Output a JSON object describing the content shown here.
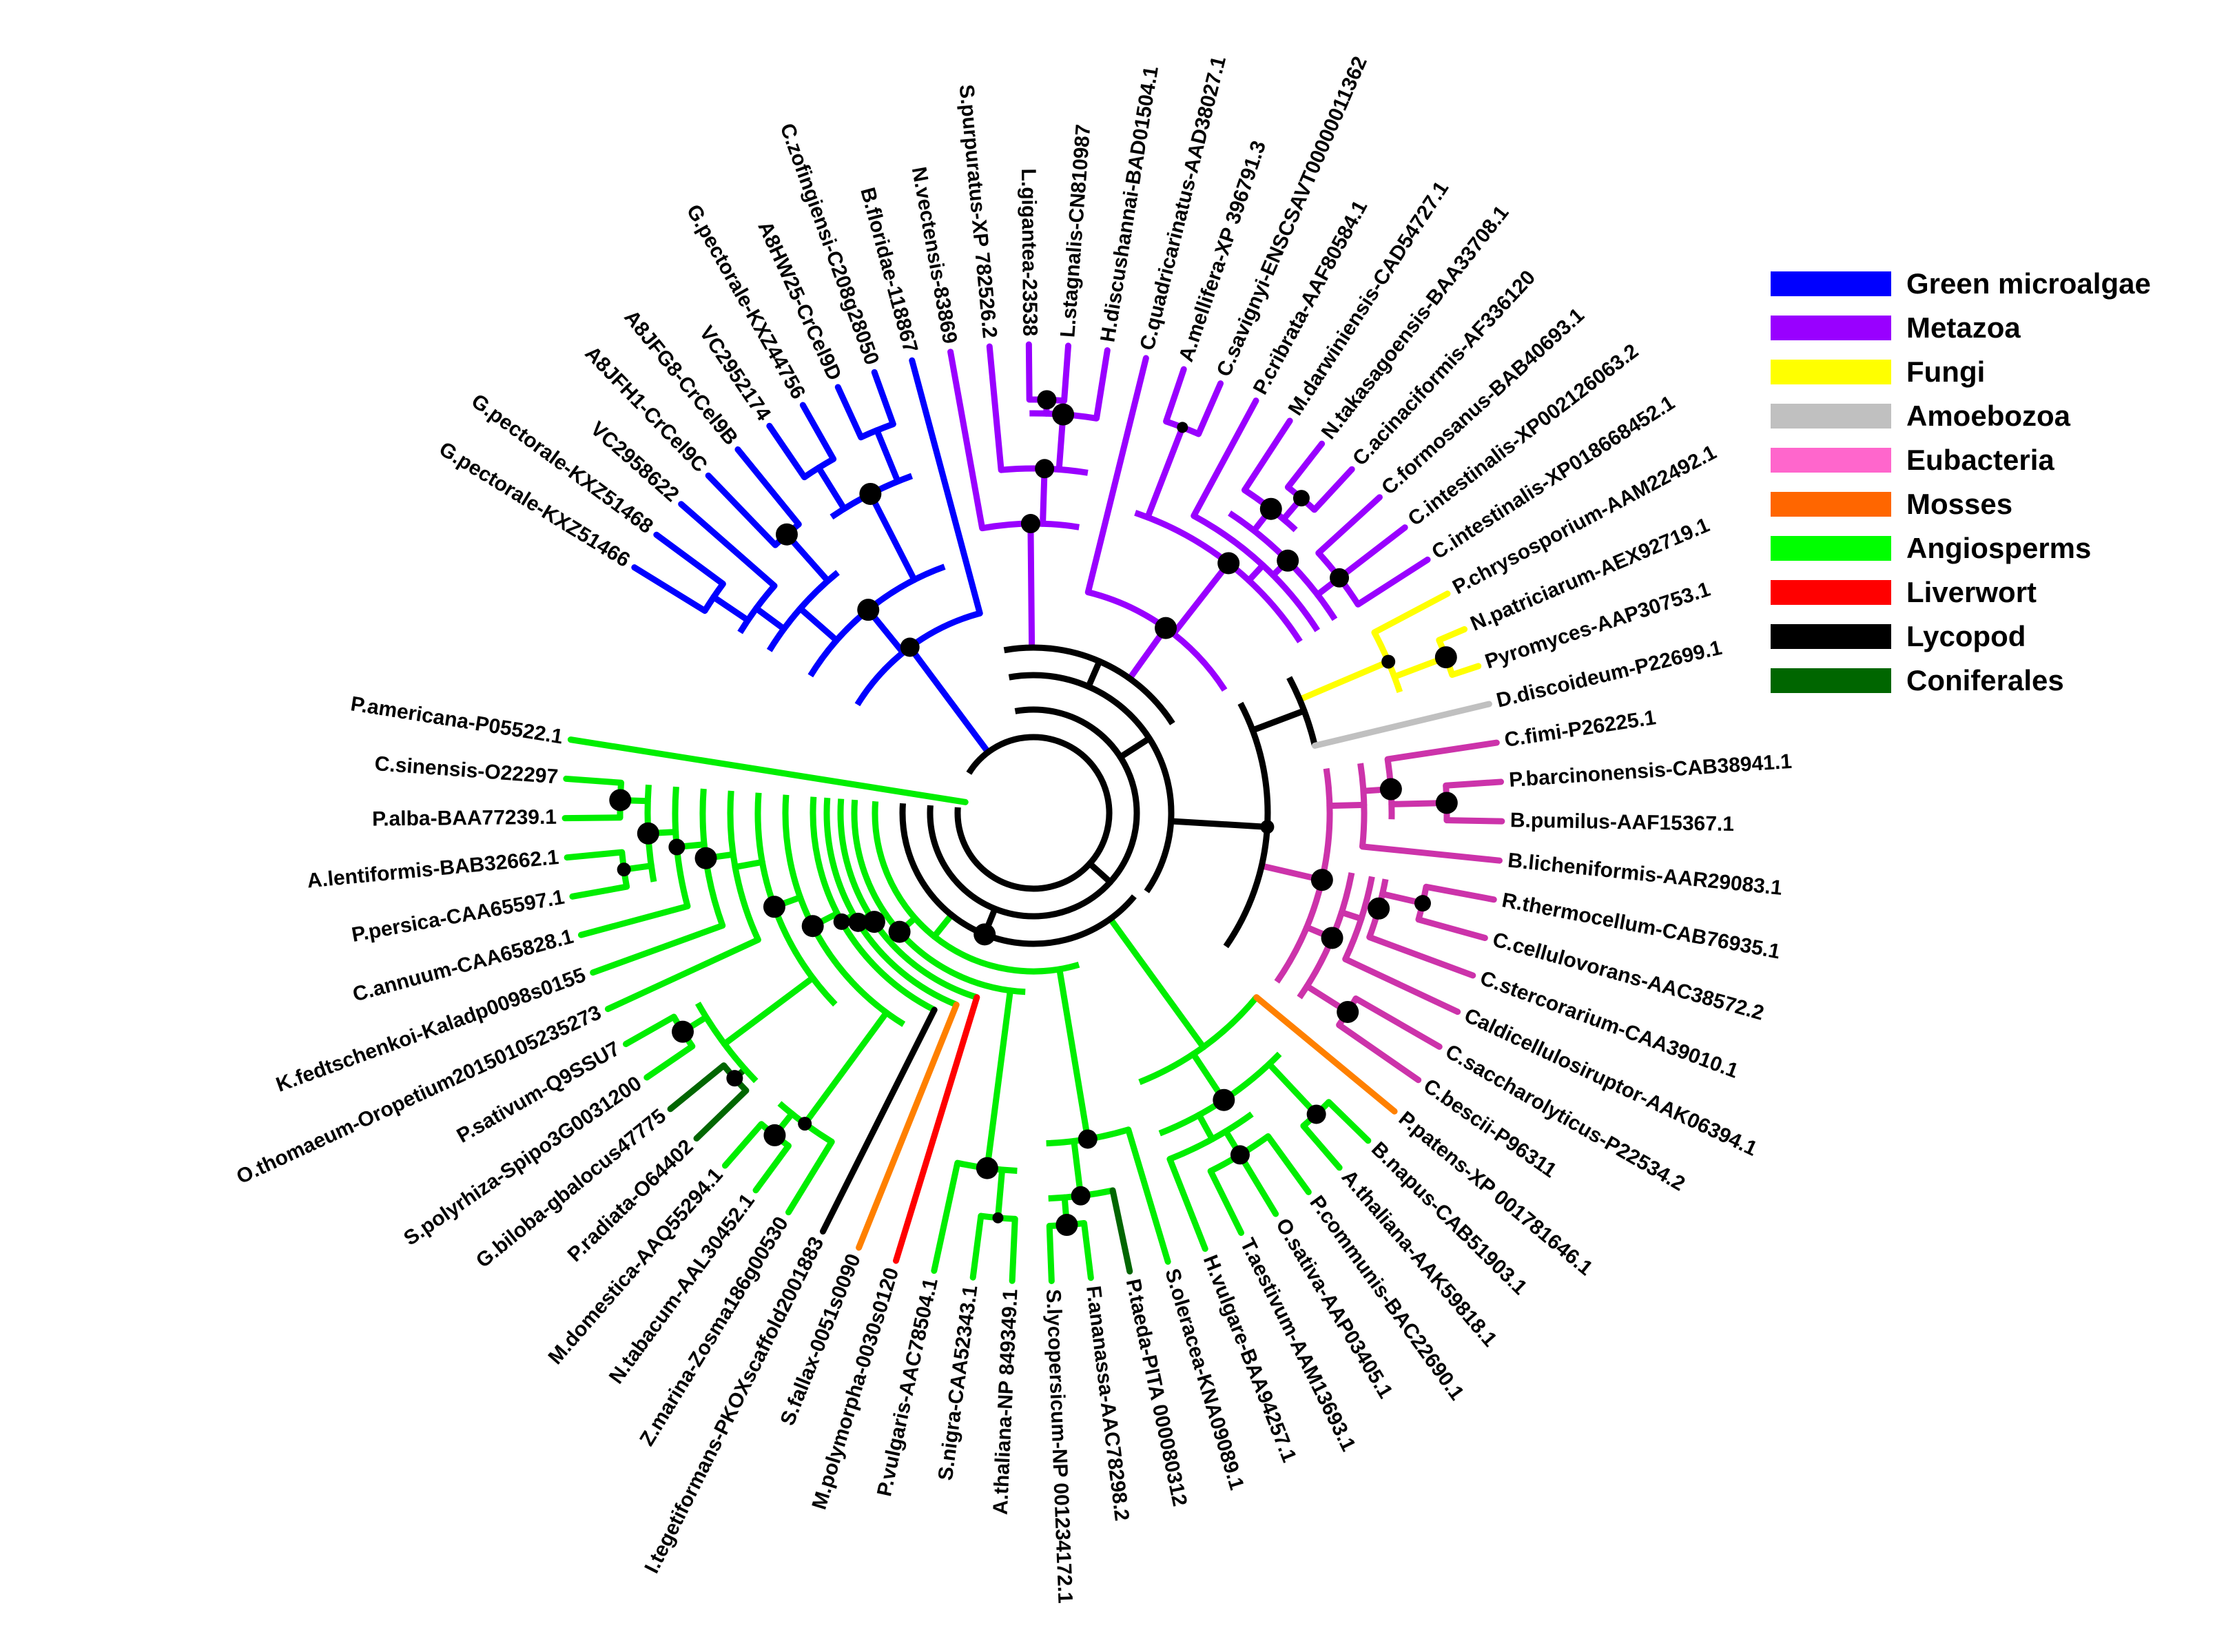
{
  "legend": [
    {
      "label": "Green microalgae",
      "color": "#0000ff"
    },
    {
      "label": "Metazoa",
      "color": "#9900ff"
    },
    {
      "label": "Fungi",
      "color": "#ffff00"
    },
    {
      "label": "Amoebozoa",
      "color": "#c0c0c0"
    },
    {
      "label": "Eubacteria",
      "color": "#ff66cc"
    },
    {
      "label": "Mosses",
      "color": "#ff6600"
    },
    {
      "label": "Angiosperms",
      "color": "#00ff00"
    },
    {
      "label": "Liverwort",
      "color": "#ff0000"
    },
    {
      "label": "Lycopod",
      "color": "#000000"
    },
    {
      "label": "Coniferales",
      "color": "#006600"
    }
  ],
  "clade_colors": {
    "algae": "#0000ff",
    "metazoa": "#9900ff",
    "fungi": "#ffff00",
    "amoebozoa": "#c0c0c0",
    "eubacteria": "#cc33aa",
    "mosses": "#ff8000",
    "angiosperms": "#00ee00",
    "liverwort": "#ff0000",
    "lycopod": "#000000",
    "coniferales": "#006600",
    "backbone": "#000000"
  },
  "taxa": [
    {
      "label": "G.pectorale-KXZ51466",
      "group": "algae"
    },
    {
      "label": "G.pectorale-KXZ51468",
      "group": "algae"
    },
    {
      "label": "VC2958622",
      "group": "algae"
    },
    {
      "label": "A8JFH1-CrCel9C",
      "group": "algae"
    },
    {
      "label": "A8JFG8-CrCel9B",
      "group": "algae"
    },
    {
      "label": "VC2952174",
      "group": "algae"
    },
    {
      "label": "G.pectorale-KXZ44756",
      "group": "algae"
    },
    {
      "label": "A8HW25-CrCel9D",
      "group": "algae"
    },
    {
      "label": "C.zofingiensi-C208g28050",
      "group": "algae"
    },
    {
      "label": "B.floridae-118867",
      "group": "algae"
    },
    {
      "label": "N.vectensis-83869",
      "group": "metazoa"
    },
    {
      "label": "S.purpuratus-XP 782526.2",
      "group": "metazoa"
    },
    {
      "label": "L.gigantea-23538",
      "group": "metazoa"
    },
    {
      "label": "L.stagnalis-CN810987",
      "group": "metazoa"
    },
    {
      "label": "H.discushannai-BAD01504.1",
      "group": "metazoa"
    },
    {
      "label": "C.quadricarinatus-AAD38027.1",
      "group": "metazoa"
    },
    {
      "label": "A.mellifera-XP 396791.3",
      "group": "metazoa"
    },
    {
      "label": "C.savignyi-ENSCSAVT00000011362",
      "group": "metazoa"
    },
    {
      "label": "P.cribrata-AAF80584.1",
      "group": "metazoa"
    },
    {
      "label": "M.darwiniensis-CAD54727.1",
      "group": "metazoa"
    },
    {
      "label": "N.takasagoensis-BAA33708.1",
      "group": "metazoa"
    },
    {
      "label": "C.acinaciformis-AF336120",
      "group": "metazoa"
    },
    {
      "label": "C.formosanus-BAB40693.1",
      "group": "metazoa"
    },
    {
      "label": "C.intestinalis-XP002126063.2",
      "group": "metazoa"
    },
    {
      "label": "C.intestinalis-XP018668452.1",
      "group": "metazoa"
    },
    {
      "label": "P.chrysosporium-AAM22492.1",
      "group": "fungi"
    },
    {
      "label": "N.patriciarum-AEX92719.1",
      "group": "fungi"
    },
    {
      "label": "Pyromyces-AAP30753.1",
      "group": "fungi"
    },
    {
      "label": "D.discoideum-P22699.1",
      "group": "amoebozoa"
    },
    {
      "label": "C.fimi-P26225.1",
      "group": "eubacteria"
    },
    {
      "label": "P.barcinonensis-CAB38941.1",
      "group": "eubacteria"
    },
    {
      "label": "B.pumilus-AAF15367.1",
      "group": "eubacteria"
    },
    {
      "label": "B.licheniformis-AAR29083.1",
      "group": "eubacteria"
    },
    {
      "label": "R.thermocellum-CAB76935.1",
      "group": "eubacteria"
    },
    {
      "label": "C.cellulovorans-AAC38572.2",
      "group": "eubacteria"
    },
    {
      "label": "C.stercorarium-CAA39010.1",
      "group": "eubacteria"
    },
    {
      "label": "Caldicellulosiruptor-AAK06394.1",
      "group": "eubacteria"
    },
    {
      "label": "C.saccharolyticus-P22534.2",
      "group": "eubacteria"
    },
    {
      "label": "C.bescii-P96311",
      "group": "eubacteria"
    },
    {
      "label": "P.patens-XP 001781646.1",
      "group": "mosses"
    },
    {
      "label": "B.napus-CAB51903.1",
      "group": "angiosperms"
    },
    {
      "label": "A.thaliana-AAK59818.1",
      "group": "angiosperms"
    },
    {
      "label": "P.communis-BAC22690.1",
      "group": "angiosperms"
    },
    {
      "label": "O.sativa-AAP03405.1",
      "group": "angiosperms"
    },
    {
      "label": "T.aestivum-AAM13693.1",
      "group": "angiosperms"
    },
    {
      "label": "H.vulgare-BAA94257.1",
      "group": "angiosperms"
    },
    {
      "label": "S.oleracea-KNA09089.1",
      "group": "angiosperms"
    },
    {
      "label": "P.taeda-PITA 000080312",
      "group": "coniferales"
    },
    {
      "label": "F.ananassa-AAC78298.2",
      "group": "angiosperms"
    },
    {
      "label": "S.lycopersicum-NP 001234172.1",
      "group": "angiosperms"
    },
    {
      "label": "A.thaliana-NP 849349.1",
      "group": "angiosperms"
    },
    {
      "label": "S.nigra-CAA52343.1",
      "group": "angiosperms"
    },
    {
      "label": "P.vulgaris-AAC78504.1",
      "group": "angiosperms"
    },
    {
      "label": "M.polymorpha-0030s0120",
      "group": "liverwort"
    },
    {
      "label": "S.fallax-0051s0090",
      "group": "mosses"
    },
    {
      "label": "I.tegetiformans-PKOXscaffold2001883",
      "group": "lycopod"
    },
    {
      "label": "Z.marina-Zosma186g00530",
      "group": "angiosperms"
    },
    {
      "label": "N.tabacum-AAL30452.1",
      "group": "angiosperms"
    },
    {
      "label": "M.domestica-AAQ55294.1",
      "group": "angiosperms"
    },
    {
      "label": "P.radiata-O64402",
      "group": "coniferales"
    },
    {
      "label": "G.biloba-gbalocus47775",
      "group": "coniferales"
    },
    {
      "label": "S.polyrhiza-Spipo3G0031200",
      "group": "angiosperms"
    },
    {
      "label": "P.sativum-Q9SSU7",
      "group": "angiosperms"
    },
    {
      "label": "O.thomaeum-Oropetium20150105235273",
      "group": "angiosperms"
    },
    {
      "label": "K.fedtschenkoi-Kaladp0098s0155",
      "group": "angiosperms"
    },
    {
      "label": "C.annuum-CAA65828.1",
      "group": "angiosperms"
    },
    {
      "label": "P.persica-CAA65597.1",
      "group": "angiosperms"
    },
    {
      "label": "A.lentiformis-BAB32662.1",
      "group": "angiosperms"
    },
    {
      "label": "P.alba-BAA77239.1",
      "group": "angiosperms"
    },
    {
      "label": "C.sinensis-O22297",
      "group": "angiosperms"
    },
    {
      "label": "P.americana-P05522.1",
      "group": "angiosperms"
    }
  ]
}
